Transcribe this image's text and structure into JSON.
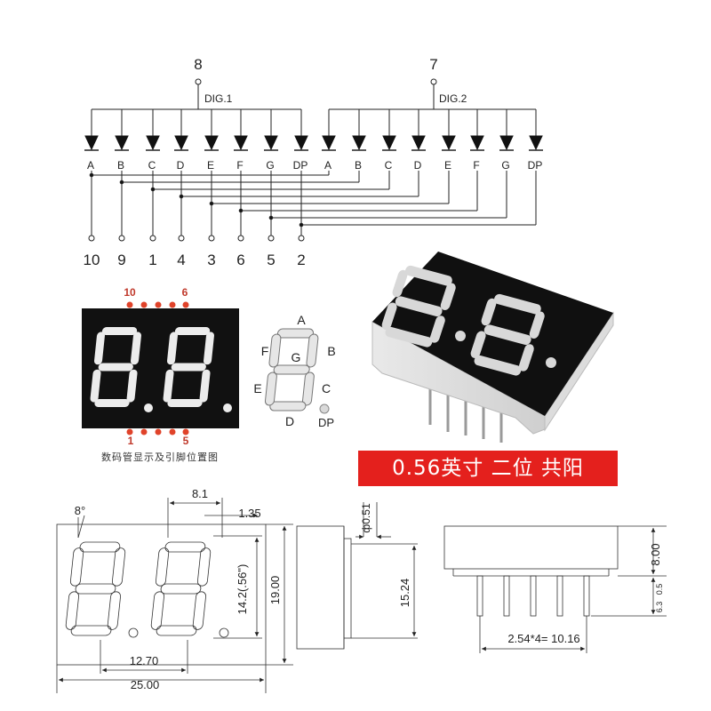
{
  "schematic": {
    "common_pins": [
      "8",
      "7"
    ],
    "digit_labels": [
      "DIG.1",
      "DIG.2"
    ],
    "segment_labels": [
      "A",
      "B",
      "C",
      "D",
      "E",
      "F",
      "G",
      "DP"
    ],
    "pin_numbers": [
      "10",
      "9",
      "1",
      "4",
      "3",
      "6",
      "5",
      "2"
    ]
  },
  "display_front": {
    "top_pins": [
      "10",
      "6"
    ],
    "bottom_pins": [
      "1",
      "5"
    ],
    "caption": "数码管显示及引脚位置图"
  },
  "segment_key": {
    "labels": [
      "A",
      "B",
      "C",
      "D",
      "E",
      "F",
      "G",
      "DP"
    ]
  },
  "product": {
    "banner": "0.56英寸 二位 共阳"
  },
  "dimensions": {
    "angle": "8°",
    "digit_pitch": "8.1",
    "segment_width": "1.35",
    "pin_diameter": "ф0.51",
    "digit_height": "14.2(.56\")",
    "height": "19.00",
    "row_spacing": "15.24",
    "pin_span": "12.70",
    "width": "25.00",
    "depth": "8.00",
    "pin_length": "6.3",
    "pin_standoff": "0.5",
    "pin_pitch": "2.54*4= 10.16"
  },
  "colors": {
    "accent_red": "#e4201d",
    "pin_dot": "#e0432a",
    "display_body": "#111111",
    "segment_lit": "#ececec"
  }
}
